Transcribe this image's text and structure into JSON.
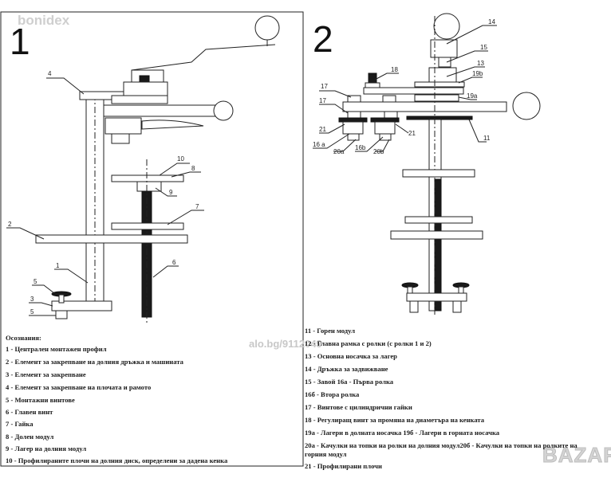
{
  "watermarks": {
    "top_left": "bonidex",
    "center": "alo.bg/9112049",
    "bottom_right": "BAZAR"
  },
  "diagram1": {
    "number": "1",
    "labels": {
      "l4": "4",
      "l10": "10",
      "l8": "8",
      "l9": "9",
      "l7": "7",
      "l2": "2",
      "l1": "1",
      "l6": "6",
      "l5a": "5",
      "l3": "3",
      "l5b": "5"
    }
  },
  "diagram2": {
    "number": "2",
    "labels": {
      "l14": "14",
      "l15": "15",
      "l18": "18",
      "l13": "13",
      "l19b": "19b",
      "l17a": "17",
      "l17b": "17",
      "l19a": "19a",
      "l21a": "21",
      "l21b": "21",
      "l16a": "16 a",
      "l20a": "20a",
      "l16b": "16b",
      "l20b": "20b",
      "l11": "11"
    }
  },
  "legend_left": {
    "title": "Осознания:",
    "items": [
      "1 - Централен монтажен профил",
      " 2 - Елемент за закрепване на долния дръжка и машината",
      "3 - Елемент за закрепване",
      "4 - Елемент за закрепване на плочата и рамото",
      "5 - Монтажни винтове",
      "6 - Главен винт",
      "7 - Гайка",
      "8 - Долен модул",
      "9 - Лагер на долния модул",
      "10 - Профилираните плочи на долния диск, определени за дадена кенка"
    ]
  },
  "legend_right": {
    "items": [
      "11 - Горен модул",
      "12 - Главна рамка с ролки (с ролки 1 и 2)",
      " 13 - Основна носачка за лагер",
      "14 - Дръжка за задвижване",
      "15 - Завой 16а - Първа ролка",
      " 16б - Втора ролка",
      "17 - Винтове с цилиндрични гайки",
      "18 - Регулиращ винт за промяна на диаметъра на кенката",
      "19а - Лагери в долната носачка 19б - Лагери в горната носачка",
      "20а - Качулки на топки на ролки на долния модул20б - Качулки на топки на ролките на",
      "горния модул",
      "21 - Профилирани плочи"
    ]
  }
}
